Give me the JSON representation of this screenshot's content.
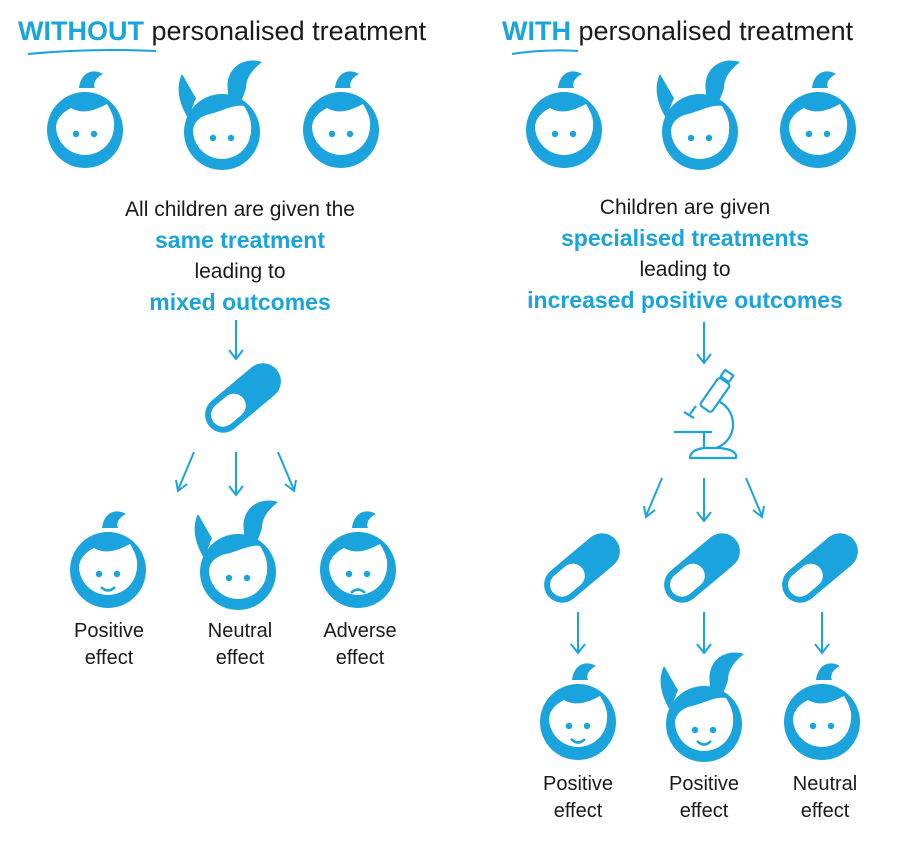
{
  "left": {
    "heading_em": "WITHOUT",
    "heading_rest": " personalised treatment",
    "line1": "All children are given the",
    "line2": "same treatment",
    "line3": "leading to",
    "line4": "mixed outcomes",
    "outcomes": [
      {
        "line1": "Positive",
        "line2": "effect"
      },
      {
        "line1": "Neutral",
        "line2": "effect"
      },
      {
        "line1": "Adverse",
        "line2": "effect"
      }
    ]
  },
  "right": {
    "heading_em": "WITH",
    "heading_rest": " personalised treatment",
    "line1": "Children are given",
    "line2": "specialised treatments",
    "line3": "leading to",
    "line4": "increased positive outcomes",
    "outcomes": [
      {
        "line1": "Positive",
        "line2": "effect"
      },
      {
        "line1": "Positive",
        "line2": "effect"
      },
      {
        "line1": "Neutral",
        "line2": "effect"
      }
    ]
  },
  "colors": {
    "accent": "#1aa3dc",
    "text": "#1a1a1a"
  }
}
